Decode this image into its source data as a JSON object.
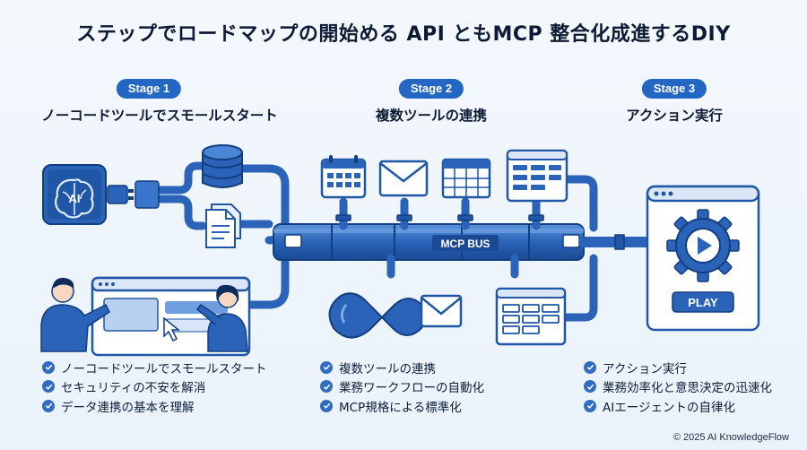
{
  "title": "ステップでロードマップの開始める API ともMCP 整合化成進するDIY",
  "accent_color": "#2466c4",
  "stages": [
    {
      "badge": "Stage 1",
      "title": "ノーコードツールでスモールスタート",
      "bullets": [
        "ノーコードツールでスモールスタート",
        "セキュリティの不安を解消",
        "データ連携の基本を理解"
      ]
    },
    {
      "badge": "Stage 2",
      "title": "複数ツールの連携",
      "bullets": [
        "複数ツールの連携",
        "業務ワークフローの自動化",
        "MCP規格による標準化"
      ]
    },
    {
      "badge": "Stage 3",
      "title": "アクション実行",
      "bullets": [
        "アクション実行",
        "業務効率化と意思決定の迅速化",
        "AIエージェントの自律化"
      ]
    }
  ],
  "diagram": {
    "ai_label": "AI",
    "bus_label": "MCP BUS",
    "play_label": "PLAY"
  },
  "icons": [
    "ai-brain-icon",
    "connector-icon",
    "database-icon",
    "document-icon",
    "people-at-screen-icon",
    "calendar-icon",
    "mail-icon",
    "spreadsheet-icon",
    "kanban-icon",
    "workflow-icon",
    "gear-play-icon",
    "check-icon"
  ],
  "copyright": "© 2025 AI KnowledgeFlow"
}
